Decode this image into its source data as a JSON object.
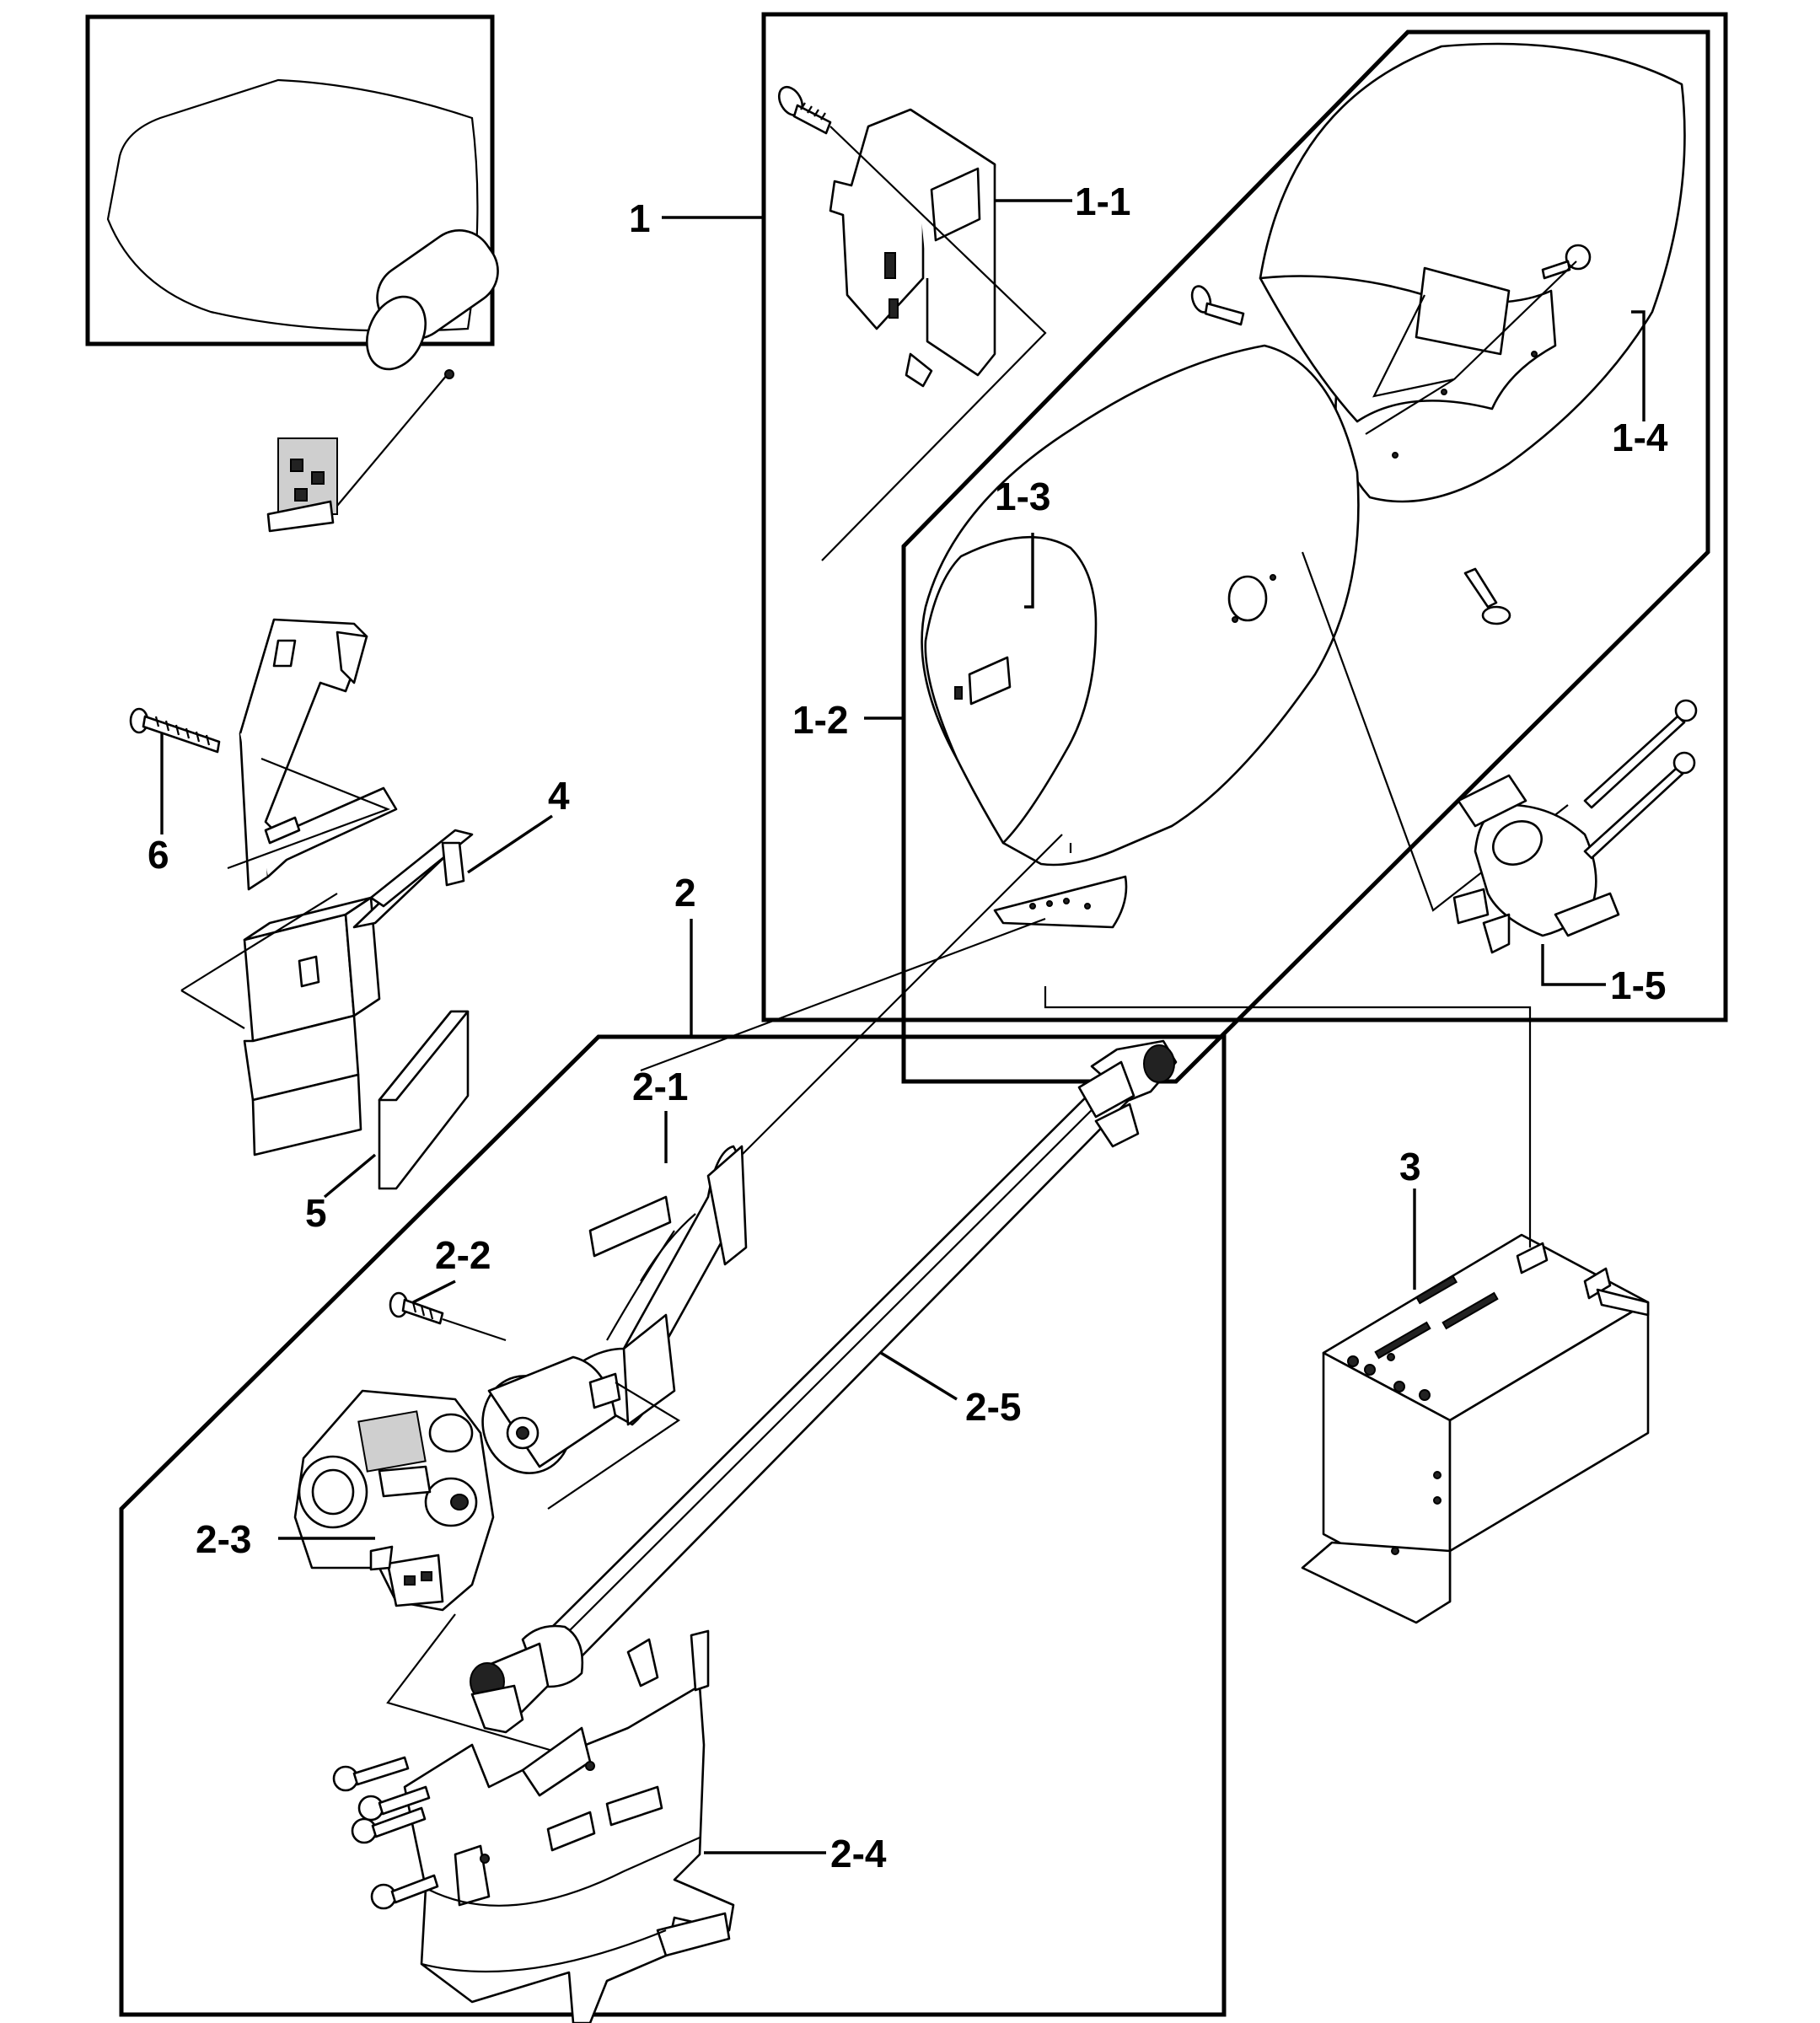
{
  "labels": {
    "l1": "1",
    "l1_1": "1-1",
    "l1_2": "1-2",
    "l1_3": "1-3",
    "l1_4": "1-4",
    "l1_5": "1-5",
    "l2": "2",
    "l2_1": "2-1",
    "l2_2": "2-2",
    "l2_3": "2-3",
    "l2_4": "2-4",
    "l2_5": "2-5",
    "l3": "3",
    "l4": "4",
    "l5": "5",
    "l6": "6"
  }
}
